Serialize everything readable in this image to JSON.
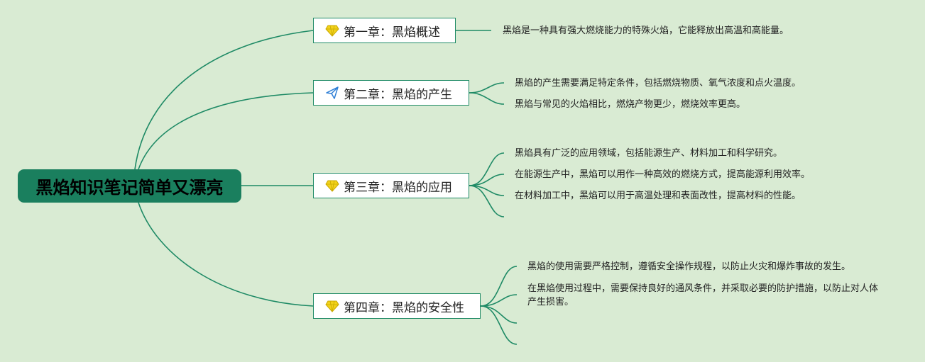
{
  "root": {
    "label": "黑焰知识笔记简单又漂亮"
  },
  "chapters": [
    {
      "label": "第一章：黑焰概述",
      "icon": "diamond-icon",
      "notes": [
        "黑焰是一种具有强大燃烧能力的特殊火焰，它能释放出高温和高能量。"
      ]
    },
    {
      "label": "第二章：黑焰的产生",
      "icon": "paper-plane-icon",
      "notes": [
        "黑焰的产生需要满足特定条件，包括燃烧物质、氧气浓度和点火温度。",
        "黑焰与常见的火焰相比，燃烧产物更少，燃烧效率更高。"
      ]
    },
    {
      "label": "第三章：黑焰的应用",
      "icon": "diamond-icon",
      "notes": [
        "黑焰具有广泛的应用领域，包括能源生产、材料加工和科学研究。",
        "在能源生产中，黑焰可以用作一种高效的燃烧方式，提高能源利用效率。",
        "在材料加工中，黑焰可以用于高温处理和表面改性，提高材料的性能。"
      ]
    },
    {
      "label": "第四章：黑焰的安全性",
      "icon": "diamond-icon",
      "notes": [
        "黑焰的使用需要严格控制，遵循安全操作规程，以防止火灾和爆炸事故的发生。",
        "在黑焰使用过程中，需要保持良好的通风条件，并采取必要的防护措施，以防止对人体产生损害。"
      ]
    }
  ],
  "colors": {
    "background": "#d9ebd3",
    "root_fill": "#1a7f5e",
    "line": "#1e8a65",
    "diamond": "#f2d21b",
    "plane": "#2f7fd6"
  }
}
